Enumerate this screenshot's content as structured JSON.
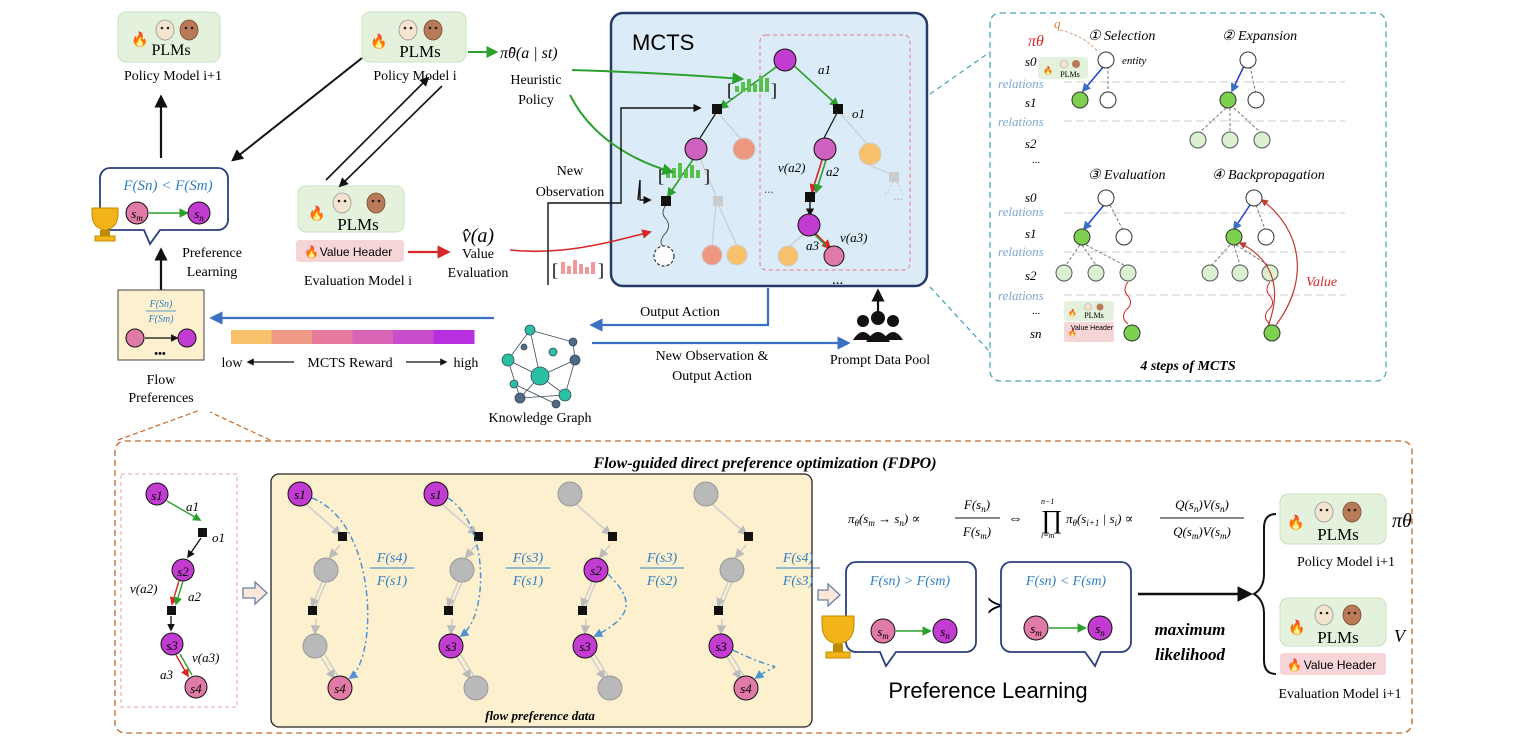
{
  "plms": "PLMs",
  "value_header": "Value Header",
  "top": {
    "policy_next": "Policy Model i+1",
    "policy_i": "Policy Model i",
    "eval_i": "Evaluation Model i",
    "heuristic_formula": "π̂θ(a | st)",
    "heuristic_label": [
      "Heuristic",
      "Policy"
    ],
    "value_formula": "v̂(a)",
    "value_label": [
      "Value",
      "Evaluation"
    ],
    "new_observation": [
      "New",
      "Observation"
    ],
    "mcts_title": "MCTS",
    "a1": "a1",
    "o1": "o1",
    "va2": "v(a2)",
    "a2": "a2",
    "va3": "v(a3)",
    "a3": "a3",
    "ellipsis": "...",
    "pref_compare": "F(Sn) < F(Sm)",
    "pref_learning": [
      "Preference",
      "Learning"
    ],
    "flow_frac_num": "F(Sn)",
    "flow_frac_den": "F(Sm)",
    "flow_dots": "•••",
    "flow_pref_label": [
      "Flow",
      "Preferences"
    ],
    "output_action": "Output Action",
    "new_obs_output": [
      "New Observation &",
      "Output Action"
    ],
    "reward_low": "low",
    "reward_label": "MCTS Reward",
    "reward_high": "high",
    "knowledge_graph": "Knowledge Graph",
    "prompt_pool": "Prompt Data Pool",
    "reward_colors": [
      "#f7c26b",
      "#ef9a86",
      "#e77a9c",
      "#d964b6",
      "#c94dcc",
      "#b82fe0"
    ]
  },
  "steps": {
    "selection": "① Selection",
    "expansion": "② Expansion",
    "evaluation": "③ Evaluation",
    "backprop": "④ Backpropagation",
    "pi_theta": "πθ",
    "q": "q",
    "entity": "entity",
    "s0": "s0",
    "s1": "s1",
    "s2": "s2",
    "sn": "sn",
    "relations": "relations",
    "dots": "...",
    "value": "Value",
    "caption": "4 steps of MCTS"
  },
  "fdpo": {
    "title": "Flow-guided direct preference optimization (FDPO)",
    "s1": "s1",
    "s2": "s2",
    "s3": "s3",
    "s4": "s4",
    "a1": "a1",
    "o1": "o1",
    "va2": "v(a2)",
    "a2": "a2",
    "va3": "v(a3)",
    "a3": "a3",
    "fracs": [
      {
        "num": "F(s4)",
        "den": "F(s1)"
      },
      {
        "num": "F(s3)",
        "den": "F(s1)"
      },
      {
        "num": "F(s3)",
        "den": "F(s2)"
      },
      {
        "num": "F(s4)",
        "den": "F(s3)"
      }
    ],
    "flow_data_caption": "flow preference data",
    "formula": "πθ(sm → sn) ∝ F(sn)/F(sm) ⇔ ∏_{i=m}^{n−1} πθ(si+1 | si) ∝ Q(sn)V(sn)/Q(sm)V(sm)",
    "pref_gt": "F(sn) > F(sm)",
    "pref_lt": "F(sn) < F(sm)",
    "succ": "≻",
    "max_likelihood": [
      "maximum",
      "likelihood"
    ],
    "pref_learning": "Preference Learning",
    "policy_next": "Policy Model i+1",
    "eval_next": "Evaluation Model i+1",
    "pi": "πθ",
    "v": "V"
  }
}
